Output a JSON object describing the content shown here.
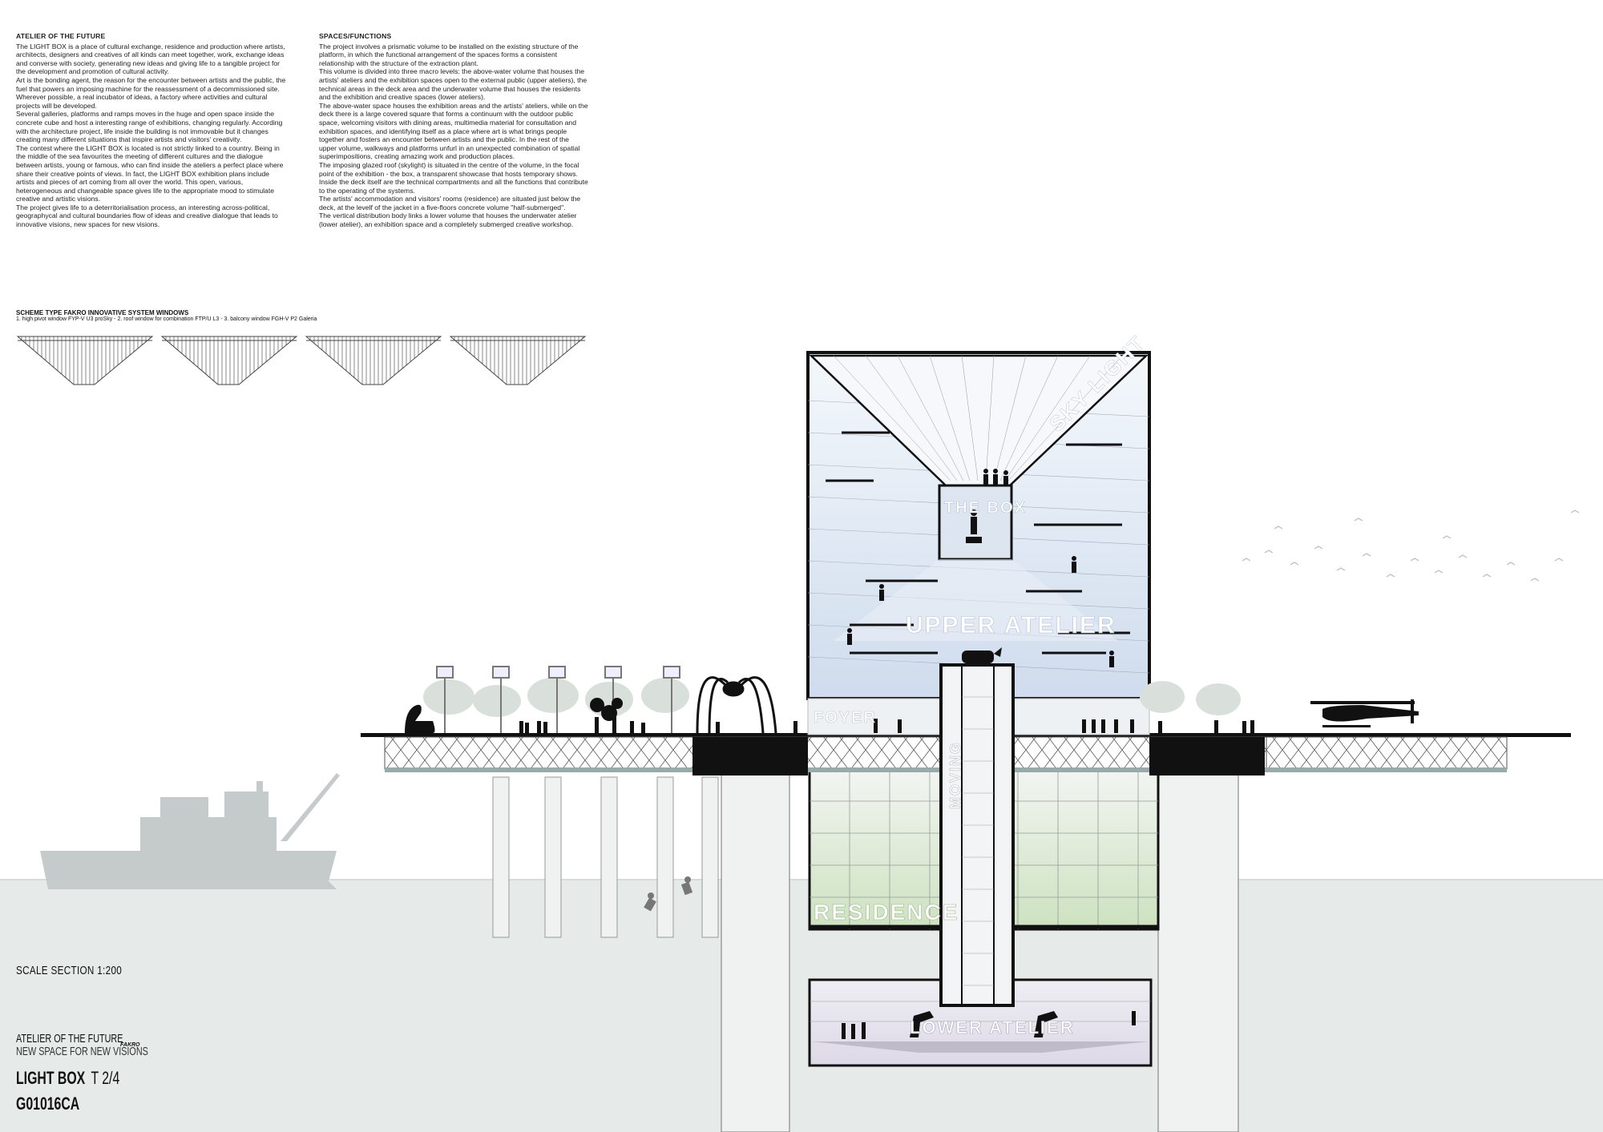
{
  "col1": {
    "heading": "ATELIER OF THE FUTURE",
    "paragraphs": [
      "The LIGHT BOX is a place of cultural exchange, residence and production where artists, architects, designers and creatives of all kinds can meet together, work, exchange ideas and converse with society, generating new ideas and giving life to a tangible project for the development and promotion of cultural activity.",
      "Art is the bonding agent, the reason for the encounter between artists and the public, the fuel that powers an imposing machine for the reassessment of a decommissioned site. Wherever possible, a real incubator of ideas, a factory where activities and cultural projects will be developed.",
      "Several galleries, platforms and ramps moves in the huge and open space inside the concrete cube and host a interesting range of exhibitions, changing regularly. According with the architecture project, life inside the building is not immovable but it changes creating  many different situations that inspire artists and visitors' creativity.",
      "The contest where the LIGHT BOX is located is not strictly linked to a country. Being in the middle of the sea favourites the meeting of different cultures and the dialogue between artists, young or famous, who can find inside the ateliers a perfect place where share their creative points of views. In fact, the LIGHT BOX exhibition plans include artists and pieces of art coming from all over the world. This open, various, heterogeneous and changeable space gives life to the appropriate mood to stimulate creative and artistic visions.",
      "The project gives life to a deterritorialisation process, an interesting across-political, geographycal and cultural boundaries flow of ideas and creative dialogue that leads to innovative visions, new spaces for new visions."
    ]
  },
  "col2": {
    "heading": "SPACES/FUNCTIONS",
    "paragraphs": [
      "The project involves a prismatic volume to be installed on the existing structure of the platform, in which the functional arrangement of the spaces forms a consistent relationship with the structure of the extraction plant.",
      "This volume is divided into three macro levels: the above-water volume that houses the artists' ateliers and the exhibition spaces open to the external public (upper ateliers), the technical areas in the deck area and the underwater volume that houses the residents and the exhibition and creative spaces (lower ateliers).",
      "The above-water space houses the exhibition areas and the artists' ateliers, while on the deck there is a large covered square that forms a continuum with the outdoor public space, welcoming visitors with dining areas, multimedia material for consultation and exhibition spaces, and identifying itself as a place where art is what brings people together and fosters an encounter between artists and the public. In the rest of the upper volume, walkways and platforms unfurl in an unexpected combination of spatial superimpositions, creating amazing work and production places.",
      "The imposing glazed roof (skylight) is situated in the centre of the volume, in the focal point of the exhibition - the box, a transparent showcase that hosts temporary shows.",
      "Inside the deck itself are the technical compartments and all the functions that contribute to the operating of the systems.",
      "The artists' accommodation and visitors' rooms (residence) are situated just below the deck, at the levelf of the jacket in a five-floors concrete volume \"half-submerged\".",
      "The vertical distribution body links a lower volume that houses the underwater atelier (lower atelier), an exhibition space and a completely submerged creative workshop."
    ]
  },
  "scheme": {
    "heading": "SCHEME TYPE FAKRO INNOVATIVE SYSTEM WINDOWS",
    "caption": "1. high pivot window FYP-V U3 proSky - 2. roof window for combination FTP/U L3 - 3. balcony window FGH-V P2 Galeria"
  },
  "labels": {
    "skylight": "SKY LIGHT",
    "the_box": "THE BOX",
    "upper_atelier": "UPPER ATELIER",
    "foyer": "FOYER",
    "moving": "MOVING",
    "residence": "RESIDENCE",
    "lower_atelier": "LOWER ATELIER"
  },
  "scale": "SCALE SECTION 1:200",
  "title_block": {
    "line1": "ATELIER OF THE FUTURE",
    "line2": "NEW SPACE FOR NEW VISIONS",
    "brand": "FAKRO",
    "project": "LIGHT BOX",
    "sheet": "T 2/4",
    "code": "G01016CA"
  },
  "colors": {
    "sea": "#e6ebea",
    "upper_tint": "#dbe6f3",
    "residence_tint": "#d6e7cd",
    "lower_tint": "#e3e0ec",
    "structure": "#111111",
    "columns": "#f0f2f2"
  }
}
